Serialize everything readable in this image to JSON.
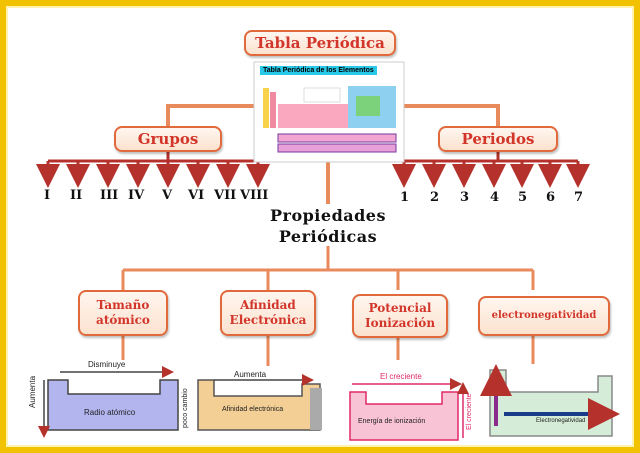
{
  "root": {
    "title": "Tabla Periódica"
  },
  "thumbnail": {
    "title": "Tabla Periódica de los Elementos"
  },
  "grupos": {
    "title": "Grupos",
    "labels": [
      "I",
      "II",
      "III",
      "IV",
      "V",
      "VI",
      "VII",
      "VIII"
    ]
  },
  "periodos": {
    "title": "Periodos",
    "labels": [
      "1",
      "2",
      "3",
      "4",
      "5",
      "6",
      "7"
    ]
  },
  "propiedades": {
    "line1": "Propiedades",
    "line2": "Periódicas"
  },
  "properties": [
    {
      "line1": "Tamaño",
      "line2": "atómico"
    },
    {
      "line1": "Afinidad",
      "line2": "Electrónica"
    },
    {
      "line1": "Potencial",
      "line2": "Ionización"
    },
    {
      "line1": "electronegatividad",
      "line2": ""
    }
  ],
  "diagrams": {
    "radio": {
      "top": "Disminuye",
      "side": "Aumenta",
      "center": "Radio atómico"
    },
    "afinidad": {
      "top": "Aumenta",
      "side": "poco cambio",
      "center": "Afinidad electrónica"
    },
    "ionizacion": {
      "top": "El creciente",
      "side": "El creciente",
      "center": "Energía de ionización"
    },
    "electroneg": {
      "center": "Electronegatividad"
    }
  },
  "colors": {
    "frame": "#f2c200",
    "accent": "#d2352a",
    "connector": "#e98a5c",
    "arrow": "#b5322c"
  }
}
